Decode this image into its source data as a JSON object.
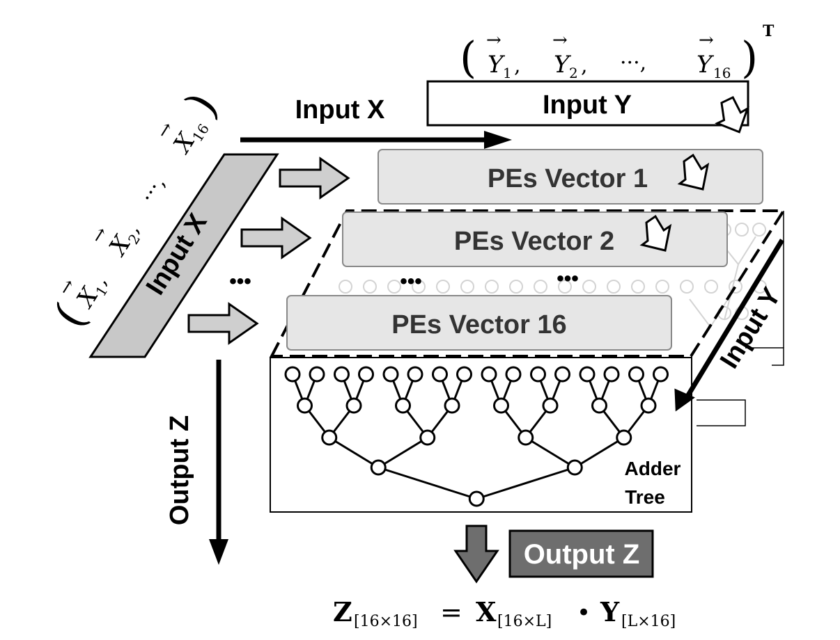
{
  "labels": {
    "input_x_top": "Input X",
    "input_y_top": "Input Y",
    "input_x_slanted": "Input X",
    "input_y_slanted": "Input Y",
    "output_z_vertical": "Output Z",
    "output_z_box": "Output Z",
    "adder_tree_line1": "Adder",
    "adder_tree_line2": "Tree",
    "pes_vector_1": "PEs Vector 1",
    "pes_vector_2": "PEs Vector 2",
    "pes_vector_16": "PEs Vector 16",
    "ellipsis": "•••"
  },
  "math": {
    "y_vector_open": "(",
    "y_vector_close": ")",
    "y_transpose": "T",
    "y1_base": "Y",
    "y1_sub": "1",
    "y2_base": "Y",
    "y2_sub": "2",
    "y16_base": "Y",
    "y16_sub": "16",
    "sep_comma": ",",
    "dots": "···,",
    "x1_base": "X",
    "x1_sub": "1",
    "x2_base": "X",
    "x2_sub": "2",
    "x16_base": "X",
    "x16_sub": "16",
    "x_dots": "···,",
    "x_open": "(",
    "x_close": ")",
    "equation": {
      "z": "Z",
      "z_sub": "[16×16]",
      "eq": "=",
      "x": "X",
      "x_sub": "[16×L]",
      "dot": "•",
      "y": "Y",
      "y_sub": "[L×16]"
    }
  },
  "colors": {
    "pe_fill": "#e6e6e6",
    "pe_stroke": "#888888",
    "parallelogram_fill": "#c8c8c8",
    "hollow_arrow_fill": "#cfcfcf",
    "output_box_fill": "#6e6e6e",
    "output_arrow_fill": "#6e6e6e",
    "ghost_tree": "#d3d3d3"
  }
}
